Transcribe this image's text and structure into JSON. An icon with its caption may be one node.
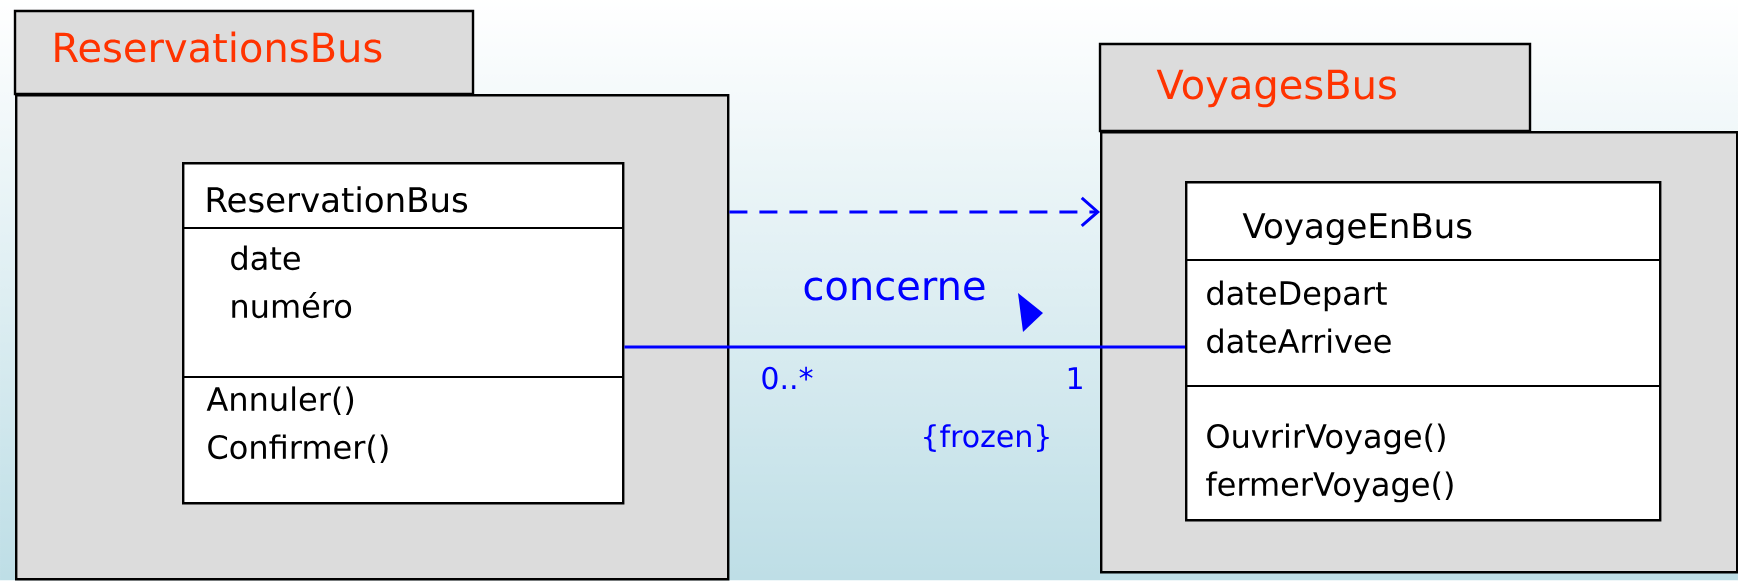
{
  "diagram": {
    "nodes": [
      {
        "text": [
          "ReservationsBus"
        ]
      },
      {
        "text": [
          "ReservationBus",
          "date numéro",
          "Annuler() Confirmer()"
        ],
        "in": 0
      },
      {
        "text": [
          "VoyagesBus"
        ]
      },
      {
        "text": [
          "VoyageEnBus",
          "dateDepart dateArrivee",
          "OuvrirVoyage() fermerVoyage()"
        ],
        "in": 2
      }
    ],
    "edges": [
      {
        "from": 0,
        "to": 2,
        "arrow": "to",
        "style": "dashed"
      },
      {
        "from": 1,
        "to": 3,
        "arrow": "none",
        "label": "concerne"
      }
    ],
    "labels": [
      "0..*",
      "1",
      "{frozen}"
    ]
  }
}
